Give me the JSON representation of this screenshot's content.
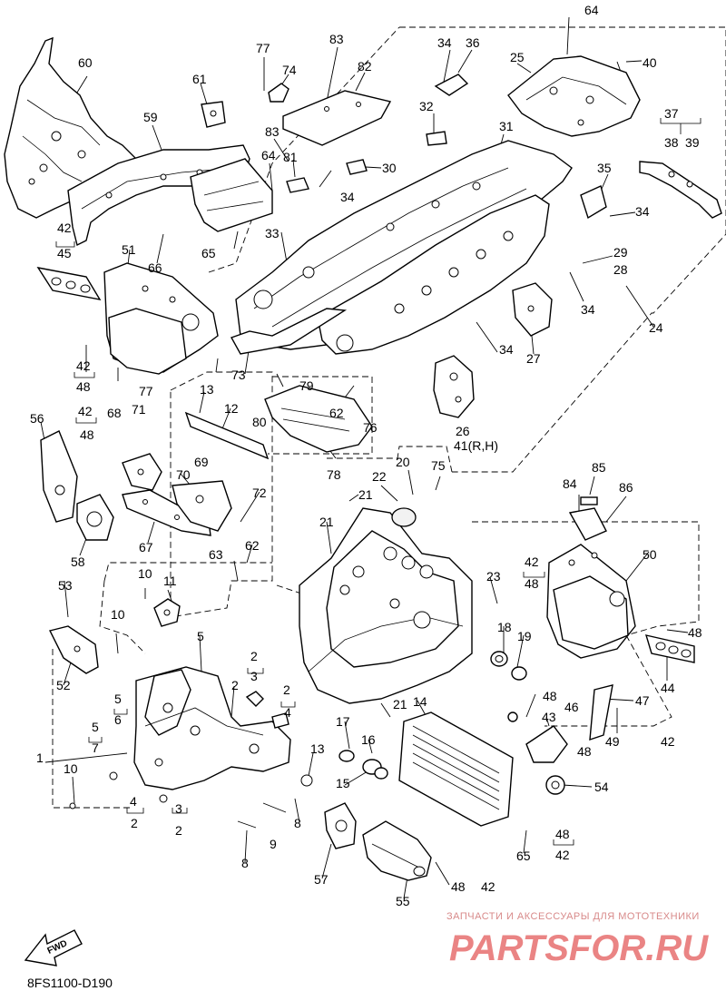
{
  "diagram_code": "8FS1100-D190",
  "fwd_label": "FWD",
  "watermark": {
    "caption": "ЗАПЧАСТИ И АКСЕССУАРЫ ДЛЯ МОТОТЕХНИКИ",
    "brand": "PARTSFOR.RU"
  },
  "labels": {
    "l1": "1",
    "l2a": "2",
    "l2b": "2",
    "l2c": "2",
    "l2d": "2",
    "l2e": "2",
    "l3a": "3",
    "l3b": "3",
    "l4a": "4",
    "l4b": "4",
    "l5a": "5",
    "l5b": "5",
    "l5c": "5",
    "l6": "6",
    "l7": "7",
    "l8a": "8",
    "l8b": "8",
    "l9": "9",
    "l10a": "10",
    "l10b": "10",
    "l10c": "10",
    "l11": "11",
    "l12": "12",
    "l13a": "13",
    "l13b": "13",
    "l14": "14",
    "l15": "15",
    "l16": "16",
    "l17": "17",
    "l18": "18",
    "l19": "19",
    "l20": "20",
    "l21a": "21",
    "l21b": "21",
    "l21c": "21",
    "l22": "22",
    "l23": "23",
    "l24": "24",
    "l25": "25",
    "l26": "26",
    "l27": "27",
    "l28": "28",
    "l29": "29",
    "l30": "30",
    "l31": "31",
    "l32": "32",
    "l33": "33",
    "l34a": "34",
    "l34b": "34",
    "l34c": "34",
    "l34d": "34",
    "l34e": "34",
    "l35": "35",
    "l36": "36",
    "l37": "37",
    "l38": "38",
    "l39": "39",
    "l40": "40",
    "l41": "41(R,H)",
    "l42a": "42",
    "l42b": "42",
    "l42c": "42",
    "l42d": "42",
    "l42e": "42",
    "l42f": "42",
    "l42g": "42",
    "l43": "43",
    "l44": "44",
    "l45": "45",
    "l46": "46",
    "l47": "47",
    "l48a": "48",
    "l48b": "48",
    "l48c": "48",
    "l48d": "48",
    "l48e": "48",
    "l48f": "48",
    "l48g": "48",
    "l48h": "48",
    "l48i": "48",
    "l49": "49",
    "l50": "50",
    "l51": "51",
    "l52": "52",
    "l53": "53",
    "l54": "54",
    "l55": "55",
    "l56": "56",
    "l57": "57",
    "l58": "58",
    "l59": "59",
    "l60": "60",
    "l61": "61",
    "l62a": "62",
    "l62b": "62",
    "l63": "63",
    "l64a": "64",
    "l64b": "64",
    "l65a": "65",
    "l65b": "65",
    "l66": "66",
    "l67": "67",
    "l68": "68",
    "l69": "69",
    "l70": "70",
    "l71": "71",
    "l72": "72",
    "l73": "73",
    "l74": "74",
    "l75": "75",
    "l76": "76",
    "l77a": "77",
    "l77b": "77",
    "l78": "78",
    "l79": "79",
    "l80": "80",
    "l81": "81",
    "l82": "82",
    "l83a": "83",
    "l83b": "83",
    "l84": "84",
    "l85": "85",
    "l86": "86"
  }
}
